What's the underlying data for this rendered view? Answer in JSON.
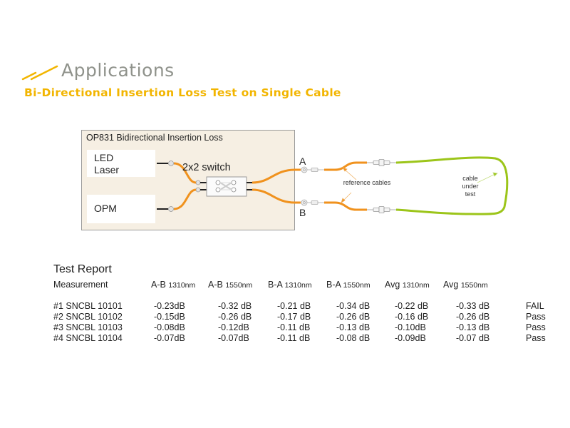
{
  "header": {
    "icon": "double-slash-logo-icon",
    "title": "Applications",
    "subtitle": "Bi-Directional Insertion Loss Test on Single Cable"
  },
  "colors": {
    "accent_yellow": "#f2b500",
    "title_gray": "#8f928b",
    "reference_cable": "#f0921e",
    "cable_under_test": "#9cc51a",
    "instrument_bg": "#f6efe3"
  },
  "diagram": {
    "instrument_title": "OP831 Bidirectional Insertion Loss",
    "source_label_line1": "LED",
    "source_label_line2": "Laser",
    "opm_label": "OPM",
    "switch_label": "2x2 switch",
    "port_a": "A",
    "port_b": "B",
    "reference_label": "reference cables",
    "cut_label": "cable under test"
  },
  "report": {
    "title": "Test Report",
    "columns": [
      {
        "main": "Measurement",
        "sub": ""
      },
      {
        "main": "A-B",
        "sub": "1310nm"
      },
      {
        "main": "A-B",
        "sub": "1550nm"
      },
      {
        "main": "B-A",
        "sub": "1310nm"
      },
      {
        "main": "B-A",
        "sub": "1550nm"
      },
      {
        "main": "Avg",
        "sub": "1310nm"
      },
      {
        "main": "Avg",
        "sub": "1550nm"
      }
    ],
    "rows": [
      {
        "id": "#1 SNCBL 10101",
        "ab1310": "-0.23dB",
        "ab1550": "-0.32 dB",
        "ba1310": "-0.21 dB",
        "ba1550": "-0.34 dB",
        "avg1310": "-0.22 dB",
        "avg1550": "-0.33 dB",
        "result": "FAIL"
      },
      {
        "id": "#2 SNCBL 10102",
        "ab1310": "-0.15dB",
        "ab1550": "-0.26 dB",
        "ba1310": "-0.17 dB",
        "ba1550": "-0.26 dB",
        "avg1310": "-0.16 dB",
        "avg1550": "-0.26 dB",
        "result": "Pass"
      },
      {
        "id": "#3 SNCBL 10103",
        "ab1310": "-0.08dB",
        "ab1550": "-0.12dB",
        "ba1310": "-0.11 dB",
        "ba1550": "-0.13 dB",
        "avg1310": "-0.10dB",
        "avg1550": "-0.13 dB",
        "result": "Pass"
      },
      {
        "id": "#4 SNCBL 10104",
        "ab1310": "-0.07dB",
        "ab1550": "-0.07dB",
        "ba1310": "-0.11 dB",
        "ba1550": "-0.08 dB",
        "avg1310": "-0.09dB",
        "avg1550": "-0.07 dB",
        "result": "Pass"
      }
    ]
  }
}
